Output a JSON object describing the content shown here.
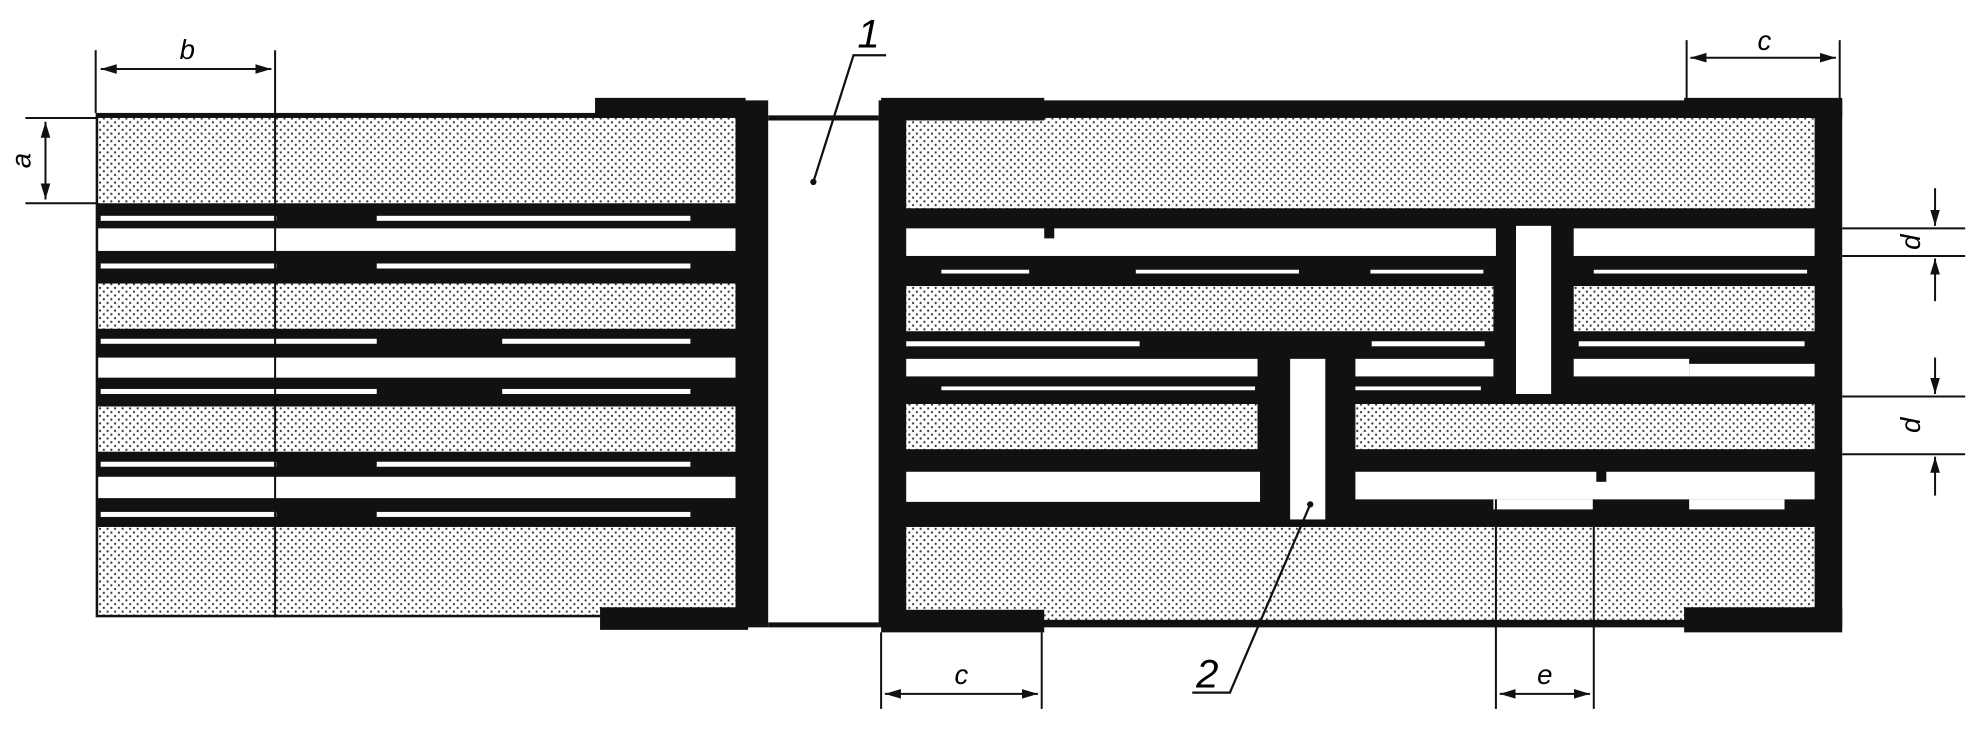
{
  "callouts": {
    "one": "1",
    "two": "2"
  },
  "dimensions": {
    "a": "a",
    "b": "b",
    "c_top": "c",
    "c_bottom": "c",
    "d_upper": "d",
    "d_lower": "d",
    "e": "e"
  },
  "colors": {
    "ink": "#111111",
    "dots": "#3a3a3a",
    "paper": "#ffffff"
  }
}
